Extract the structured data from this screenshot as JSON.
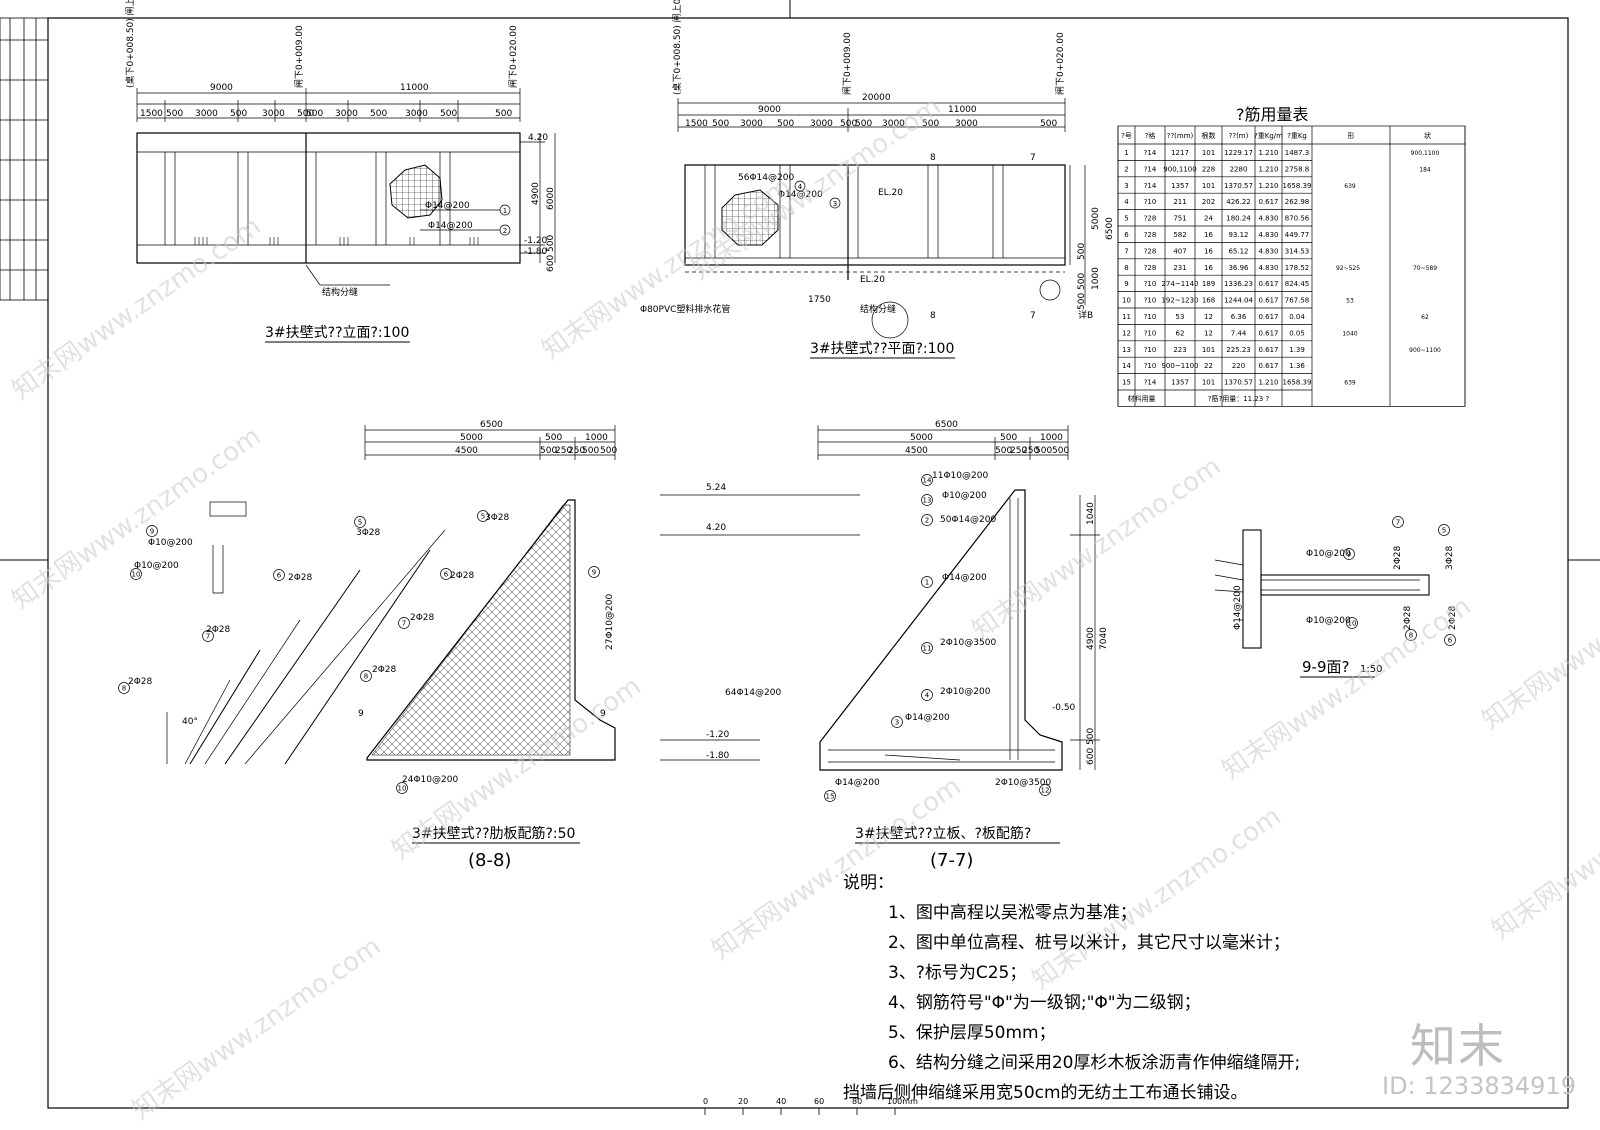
{
  "drawing": {
    "elevation": {
      "title": "3#扶壁式??立面?:100",
      "stations": [
        "(桌下0+008.50) 闸上0+000.00",
        "闸下0+009.00",
        "闸下0+020.00"
      ],
      "dim_total": "9000",
      "dim_total2": "11000",
      "dims_row": [
        "1500",
        "500",
        "3000",
        "500",
        "3000",
        "500",
        "500",
        "3000",
        "500",
        "3000",
        "500",
        "500"
      ],
      "levels": [
        "4.20",
        "-1.20",
        "-1.80"
      ],
      "height_dims": [
        "4900",
        "6000",
        "500",
        "600"
      ],
      "labels": [
        "Φ14@200",
        "Φ14@200",
        "结构分缝"
      ],
      "markers": [
        "1",
        "2"
      ]
    },
    "plan": {
      "title": "3#扶壁式??平面?:100",
      "stations": [
        "(桌下0+008.50) 闸上0+000.00",
        "闸下0+009.00",
        "闸下0+020.00"
      ],
      "dim_total": "20000",
      "dim_sub": [
        "9000",
        "11000"
      ],
      "dims_row": [
        "1500",
        "500",
        "3000",
        "500",
        "3000",
        "500",
        "500",
        "3000",
        "500",
        "3000",
        "500"
      ],
      "labels": [
        "56Φ14@200",
        "Φ14@200",
        "EL.20",
        "EL.20",
        "Φ80PVC塑料排水花管",
        "结构分缝",
        "1750",
        "详B"
      ],
      "markers": [
        "4",
        "3"
      ],
      "sections": [
        "8",
        "7",
        "8",
        "7"
      ],
      "height_dims": [
        "5000",
        "6500",
        "500",
        "1000",
        "500",
        "500"
      ]
    },
    "rebar_table": {
      "title": "?筋用量表",
      "headers": [
        "?号",
        "?格",
        "??(mm)",
        "根数",
        "??(m)",
        "?重Kg/m",
        "?重Kg",
        "形",
        "状"
      ],
      "rows": [
        [
          "1",
          "?14",
          "1217",
          "101",
          "1229.17",
          "1.210",
          "1487.3"
        ],
        [
          "2",
          "?14",
          "900,1100",
          "228",
          "2280",
          "1.210",
          "2758.8"
        ],
        [
          "3",
          "?14",
          "1357",
          "101",
          "1370.57",
          "1.210",
          "1658.39"
        ],
        [
          "4",
          "?10",
          "211",
          "202",
          "426.22",
          "0.617",
          "262.98"
        ],
        [
          "5",
          "?28",
          "751",
          "24",
          "180.24",
          "4.830",
          "870.56"
        ],
        [
          "6",
          "?28",
          "582",
          "16",
          "93.12",
          "4.830",
          "449.77"
        ],
        [
          "7",
          "?28",
          "407",
          "16",
          "65.12",
          "4.830",
          "314.53"
        ],
        [
          "8",
          "?28",
          "231",
          "16",
          "36.96",
          "4.830",
          "178.52"
        ],
        [
          "9",
          "?10",
          "274~1140",
          "189",
          "1336.23",
          "0.617",
          "824.45"
        ],
        [
          "10",
          "?10",
          "192~1230",
          "168",
          "1244.04",
          "0.617",
          "767.58"
        ],
        [
          "11",
          "?10",
          "53",
          "12",
          "6.36",
          "0.617",
          "0.04"
        ],
        [
          "12",
          "?10",
          "62",
          "12",
          "7.44",
          "0.617",
          "0.05"
        ],
        [
          "13",
          "?10",
          "223",
          "101",
          "225.23",
          "0.617",
          "1.39"
        ],
        [
          "14",
          "?10",
          "900~1100",
          "22",
          "220",
          "0.617",
          "1.36"
        ],
        [
          "15",
          "?14",
          "1357",
          "101",
          "1370.57",
          "1.210",
          "1658.39"
        ]
      ],
      "footer_label": "材料用量",
      "footer_value": "?筋?用量：11.23 ?",
      "shape_labels": [
        "900,1100",
        "184",
        "639",
        "92~525",
        "70~589",
        "53",
        "62",
        "1040",
        "900~1100",
        "639"
      ]
    },
    "rib_section": {
      "title": "3#扶壁式??肋板配筋?:50",
      "subtitle": "(8-8)",
      "dims_top": [
        "6500",
        "5000",
        "500",
        "1000",
        "4500",
        "500",
        "250",
        "250",
        "500",
        "500"
      ],
      "labels": [
        "Φ10@200",
        "Φ10@200",
        "3Φ28",
        "2Φ28",
        "2Φ28",
        "2Φ28",
        "3Φ28",
        "2Φ28",
        "2Φ28",
        "2Φ28",
        "27Φ10@200",
        "24Φ10@200",
        "40°"
      ],
      "markers": [
        "9",
        "10",
        "5",
        "6",
        "7",
        "8",
        "5",
        "6",
        "7",
        "8",
        "9",
        "10"
      ],
      "sections": [
        "9",
        "9"
      ]
    },
    "wall_section": {
      "title": "3#扶壁式??立板、?板配筋?",
      "subtitle": "(7-7)",
      "dims_top": [
        "6500",
        "5000",
        "500",
        "1000",
        "4500",
        "500",
        "250",
        "250",
        "500",
        "500"
      ],
      "levels": [
        "5.24",
        "4.20",
        "-1.20",
        "-1.80",
        "-0.50"
      ],
      "height_dims": [
        "1040",
        "4900",
        "7040",
        "500",
        "600"
      ],
      "labels": [
        "11Φ10@200",
        "Φ10@200",
        "50Φ14@200",
        "Φ14@200",
        "2Φ10@3500",
        "2Φ10@200",
        "Φ14@200",
        "64Φ14@200",
        "Φ14@200",
        "2Φ10@3500"
      ],
      "markers": [
        "14",
        "13",
        "2",
        "1",
        "11",
        "4",
        "3",
        "15",
        "12"
      ]
    },
    "section_99": {
      "title": "9-9面?",
      "scale": "1:50",
      "labels": [
        "Φ10@200",
        "Φ10@200",
        "Φ14@200",
        "2Φ28",
        "3Φ28",
        "2Φ28",
        "2Φ28"
      ],
      "markers": [
        "7",
        "5",
        "9",
        "10",
        "8",
        "6"
      ]
    },
    "notes": {
      "heading": "说明：",
      "items": [
        "1、图中高程以吴淞零点为基准；",
        "2、图中单位高程、桩号以米计，其它尺寸以毫米计；",
        "3、?标号为C25；",
        "4、钢筋符号\"Φ\"为一级钢;\"Φ\"为二级钢；",
        "5、保护层厚50mm；",
        "6、结构分缝之间采用20厚杉木板涂沥青作伸缩缝隔开;",
        "挡墙后侧伸缩缝采用宽50cm的无纺土工布通长铺设。"
      ]
    },
    "scale_bar": [
      "0",
      "20",
      "40",
      "60",
      "80",
      "100mm"
    ],
    "watermark": {
      "text": "知末网www.znzmo.com",
      "brand": "知末",
      "id": "ID: 1233834919"
    }
  }
}
